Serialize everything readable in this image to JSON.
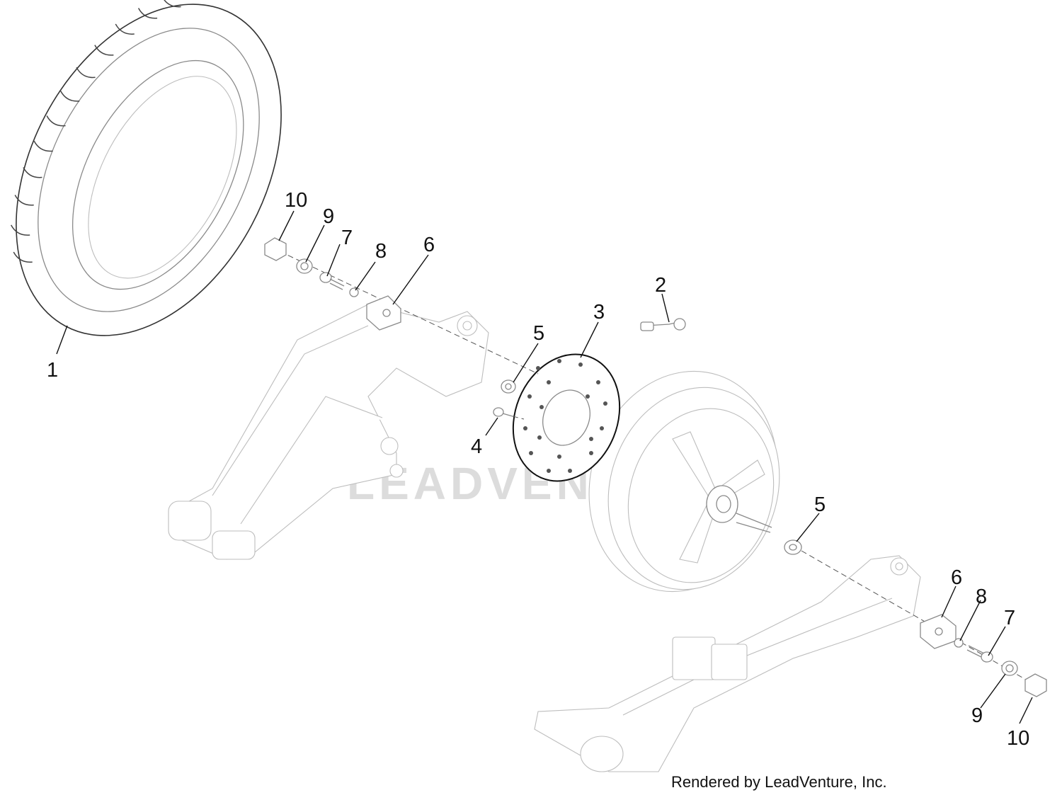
{
  "footer": {
    "credit": "Rendered by LeadVenture, Inc."
  },
  "watermark": {
    "text": "LEADVENTURE"
  },
  "callouts": {
    "tire": "1",
    "valve": "2",
    "brake_disc": "3",
    "disc_bolt": "4",
    "spacer_left": "5",
    "spacer_right": "5",
    "bushing_left": "6",
    "bushing_right": "6",
    "bolt_left": "7",
    "bolt_right": "7",
    "washer_small_left": "8",
    "washer_small_right": "8",
    "washer_left": "9",
    "washer_right": "9",
    "nut_left": "10",
    "nut_right": "10"
  },
  "colors": {
    "line_art": "#8a8a8a",
    "label": "#111111",
    "watermark": "#dcdcdc"
  }
}
